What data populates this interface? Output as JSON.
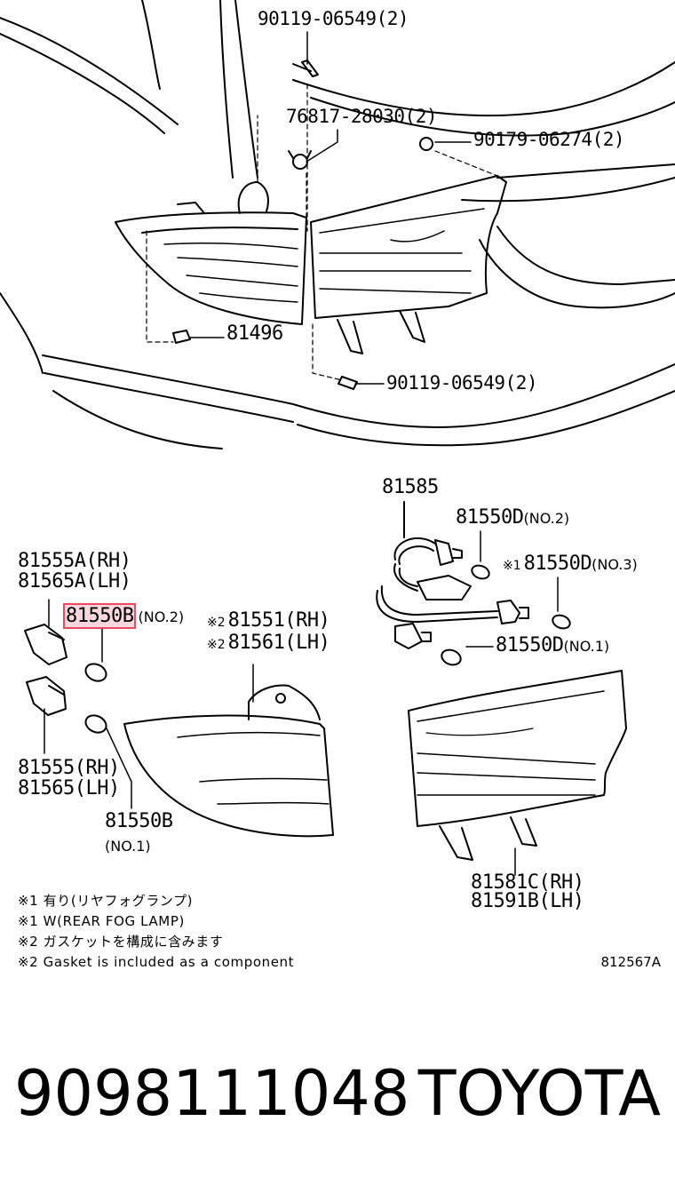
{
  "parts": {
    "upper": {
      "bolt_top": "90119-06549(2)",
      "clip": "76817-28030(2)",
      "retainer": "90179-06274(2)",
      "screw_left": "81496",
      "bolt_bottom": "90119-06549(2)"
    },
    "wiring": {
      "cord": "81585",
      "bulb_no2_num": "81550D",
      "bulb_no2_sub": "(NO.2)",
      "fog_mark": "※1",
      "bulb_no3_num": "81550D",
      "bulb_no3_sub": "(NO.3)",
      "bulb_no1_num": "81550D",
      "bulb_no1_sub": "(NO.1)"
    },
    "left": {
      "socket_a_rh": "81555A(RH)",
      "socket_a_lh": "81565A(LH)",
      "bulb_b_no2_num": "81550B",
      "bulb_b_no2_sub": "(NO.2)",
      "lamp_mark": "※2",
      "lamp_rh": "81551(RH)",
      "lamp_lh": "81561(LH)",
      "socket_rh": "81555(RH)",
      "socket_lh": "81565(LH)",
      "bulb_b_no1_num": "81550B",
      "bulb_b_no1_sub": "(NO.1)"
    },
    "right": {
      "lens_rh": "81581C(RH)",
      "lens_lh": "81591B(LH)"
    }
  },
  "notes": [
    "※1 有り(リヤフォグランプ)",
    "※1 W(REAR FOG LAMP)",
    "※2 ガスケットを構成に含みます",
    "※2 Gasket is included as a component"
  ],
  "diagram_code": "812567A",
  "footer": {
    "part_number": "9098111048",
    "brand": "TOYOTA"
  },
  "colors": {
    "highlight": "#e84a5f",
    "ink": "#000000"
  }
}
